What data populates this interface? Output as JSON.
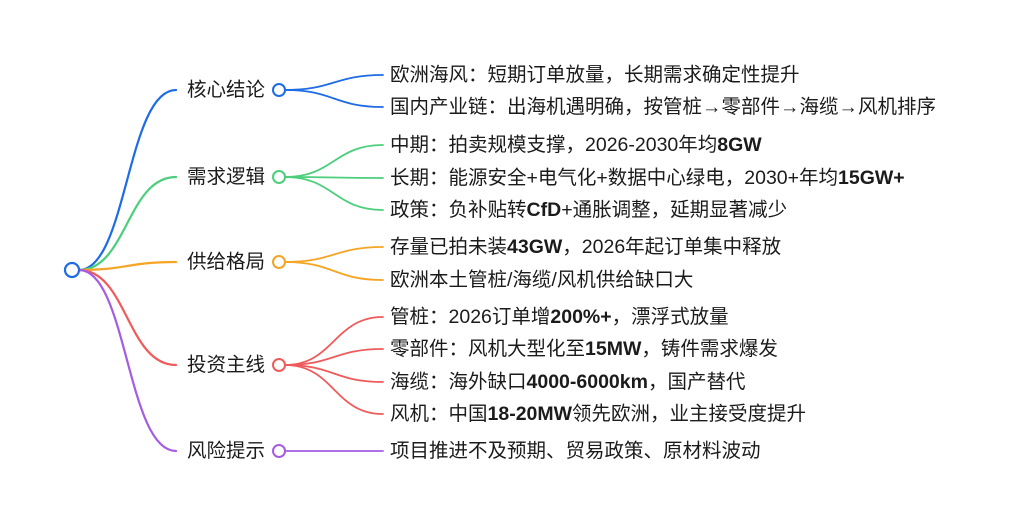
{
  "mindmap": {
    "root_color": "#1e6be6",
    "branches": [
      {
        "label": "核心结论",
        "color": "#1e6be6",
        "children": [
          {
            "segments": [
              "欧洲海风：短期订单放量，长期需求确定性提升"
            ]
          },
          {
            "segments": [
              "国内产业链：出海机遇明确，按管桩→零部件→海缆→风机排序"
            ]
          }
        ]
      },
      {
        "label": "需求逻辑",
        "color": "#4ccf7c",
        "children": [
          {
            "segments": [
              "中期：拍卖规模支撑，2026-2030年均",
              "8GW"
            ]
          },
          {
            "segments": [
              "长期：能源安全+电气化+数据中心绿电，2030+年均",
              "15GW+"
            ]
          },
          {
            "segments": [
              "政策：负补贴转",
              "CfD",
              "+通胀调整，延期显著减少"
            ]
          }
        ]
      },
      {
        "label": "供给格局",
        "color": "#f5a524",
        "children": [
          {
            "segments": [
              "存量已拍未装",
              "43GW",
              "，2026年起订单集中释放"
            ]
          },
          {
            "segments": [
              "欧洲本土管桩/海缆/风机供给缺口大"
            ]
          }
        ]
      },
      {
        "label": "投资主线",
        "color": "#ef5b5b",
        "children": [
          {
            "segments": [
              "管桩：2026订单增",
              "200%+",
              "，漂浮式放量"
            ]
          },
          {
            "segments": [
              "零部件：风机大型化至",
              "15MW",
              "，铸件需求爆发"
            ]
          },
          {
            "segments": [
              "海缆：海外缺口",
              "4000-6000km",
              "，国产替代"
            ]
          },
          {
            "segments": [
              "风机：中国",
              "18-20MW",
              "领先欧洲，业主接受度提升"
            ]
          }
        ]
      },
      {
        "label": "风险提示",
        "color": "#a45de2",
        "children": [
          {
            "segments": [
              "项目推进不及预期、贸易政策、原材料波动"
            ]
          }
        ]
      }
    ]
  }
}
